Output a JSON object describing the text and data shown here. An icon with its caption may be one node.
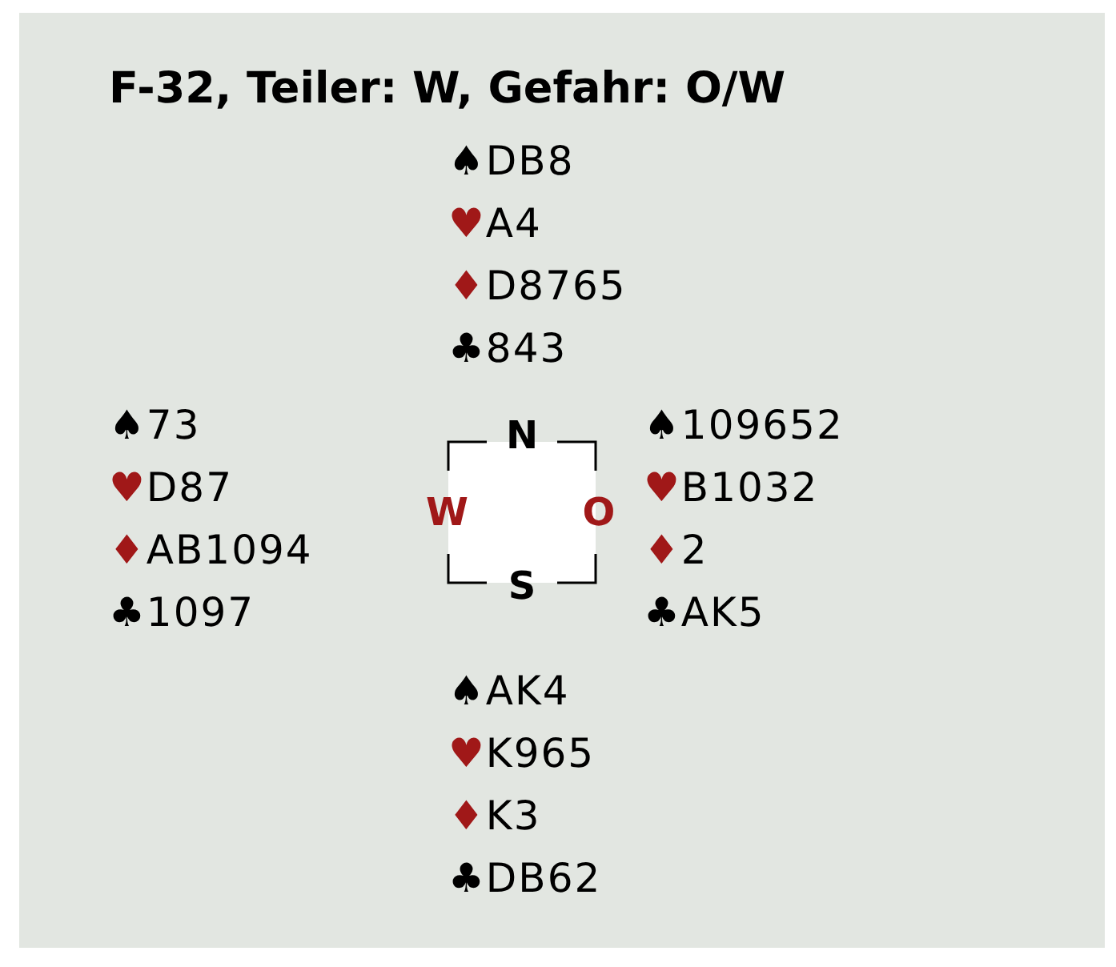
{
  "diagram": {
    "title": "F-32, Teiler: W, Gefahr: O/W",
    "nodes": [
      {
        "text": [
          "N",
          "W",
          "O",
          "S"
        ]
      }
    ],
    "labels": [
      "♠DB8",
      "♥A4",
      "♦D8765",
      "♣843",
      "♠73",
      "♥D87",
      "♦AB1094",
      "♣1097",
      "♠109652",
      "♥B1032",
      "♦2",
      "♣AK5",
      "♠AK4",
      "♥K965",
      "♦K3",
      "♣DB62"
    ]
  }
}
